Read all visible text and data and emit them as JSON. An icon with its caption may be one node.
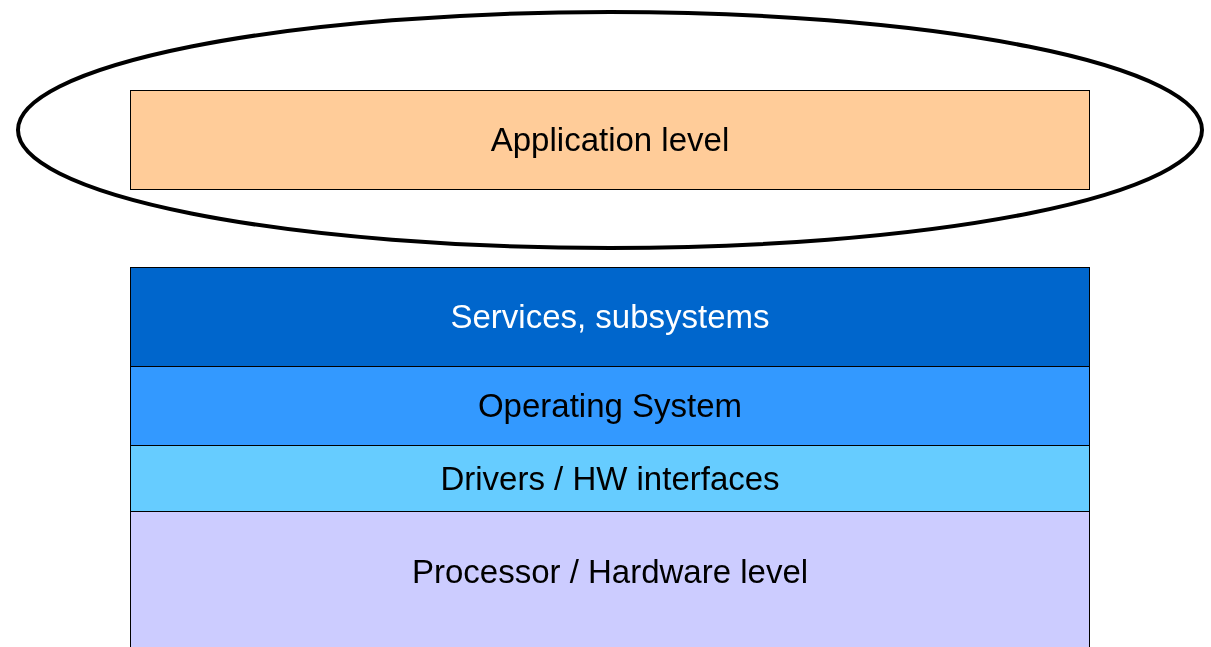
{
  "diagram": {
    "nodes": [
      {
        "text": [],
        "shape": "ellipse"
      },
      {
        "text": [
          "Application level"
        ],
        "in": 0
      },
      {
        "text": [
          "Services, subsystems"
        ]
      },
      {
        "text": [
          "Operating System"
        ]
      },
      {
        "text": [
          "Drivers / HW interfaces"
        ]
      },
      {
        "text": [
          "Processor / Hardware level"
        ]
      }
    ]
  }
}
